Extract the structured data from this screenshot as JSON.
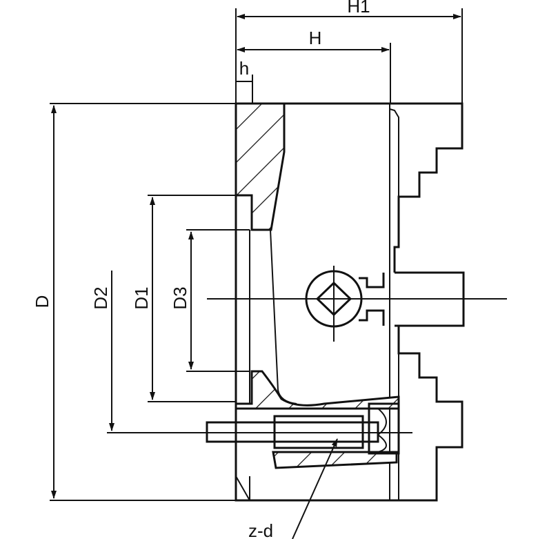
{
  "labels": {
    "H1": "H1",
    "H": "H",
    "h": "h",
    "D": "D",
    "D2": "D2",
    "D1": "D1",
    "D3": "D3",
    "zd": "z-d"
  }
}
